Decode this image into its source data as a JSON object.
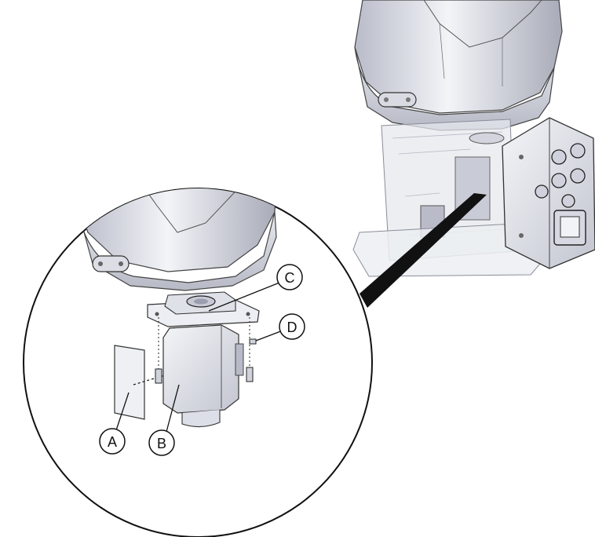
{
  "diagram": {
    "callouts": [
      {
        "id": "A",
        "label": "A"
      },
      {
        "id": "B",
        "label": "B"
      },
      {
        "id": "C",
        "label": "C"
      },
      {
        "id": "D",
        "label": "D"
      }
    ]
  },
  "colors": {
    "line": "#111111",
    "metal_light": "#e9ebf3",
    "metal_mid": "#c9ccd9",
    "metal_dark": "#8d91a3",
    "translucent": "#d8dbe4"
  }
}
